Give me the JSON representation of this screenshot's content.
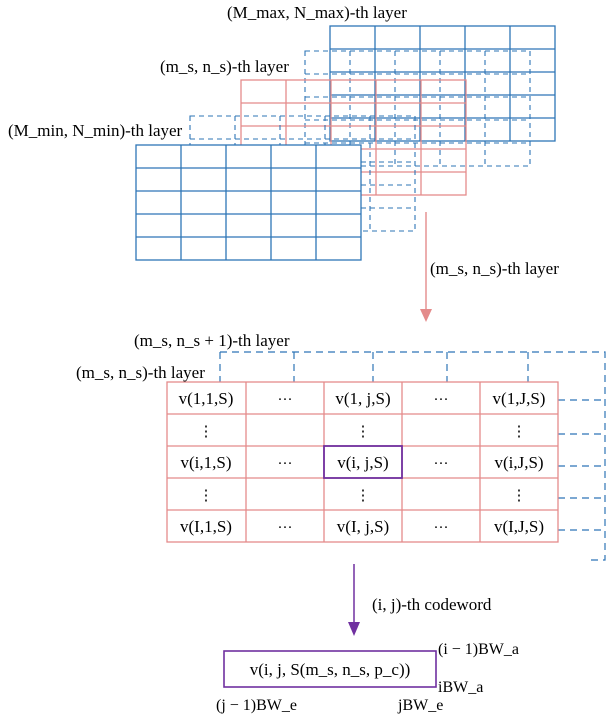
{
  "colors": {
    "blue": "#2E75B6",
    "pink": "#E48B8B",
    "purple": "#7030A0",
    "text": "#000000"
  },
  "top": {
    "layer_max_label": "(M_max, N_max)-th  layer",
    "layer_ms_label": "(m_s, n_s)-th  layer",
    "layer_min_label": "(M_min, N_min)-th  layer"
  },
  "arrow1_label": "(m_s, n_s)-th  layer",
  "middle": {
    "layer_next_label": "(m_s, n_s + 1)-th  layer",
    "layer_cur_label": "(m_s, n_s)-th  layer",
    "grid": [
      [
        "v(1,1,S)",
        "···",
        "v(1, j,S)",
        "···",
        "v(1,J,S)"
      ],
      [
        "⋮",
        "",
        "⋮",
        "",
        "⋮"
      ],
      [
        "v(i,1,S)",
        "···",
        "v(i, j,S)",
        "···",
        "v(i,J,S)"
      ],
      [
        "⋮",
        "",
        "⋮",
        "",
        "⋮"
      ],
      [
        "v(I,1,S)",
        "···",
        "v(I, j,S)",
        "···",
        "v(I,J,S)"
      ]
    ]
  },
  "arrow2_label": "(i, j)-th  codeword",
  "bottom": {
    "codeword": "v(i, j, S(m_s, n_s, p_c))",
    "top_right": "(i − 1)BW_a",
    "right": "iBW_a",
    "bottom_left": "(j − 1)BW_e",
    "bottom_right": "jBW_e"
  }
}
